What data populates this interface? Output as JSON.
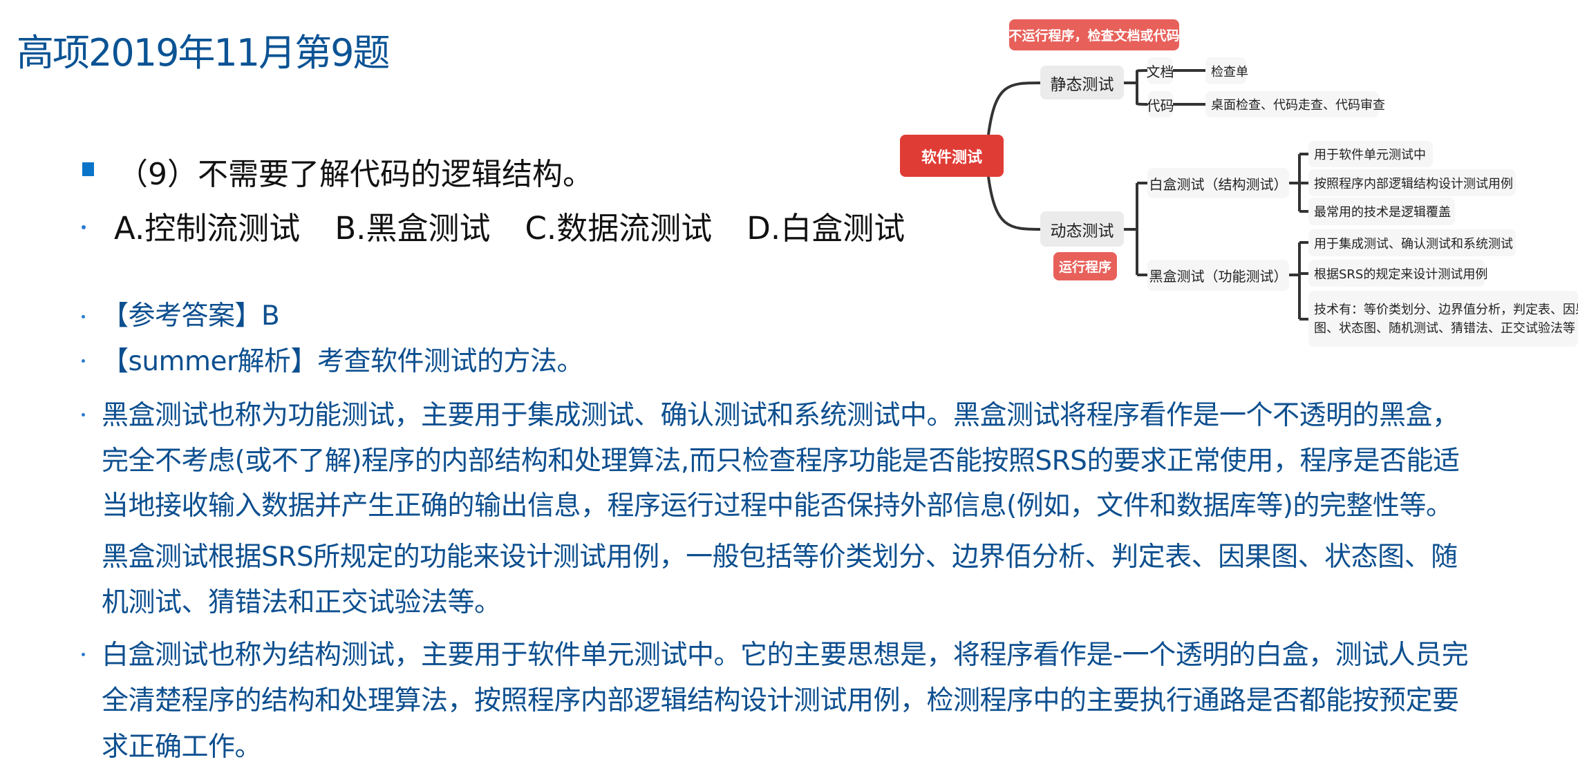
{
  "title": "高项2019年11月第9题",
  "question": "（9）不需要了解代码的逻辑结构。",
  "options": [
    "A.控制流测试",
    "B.黑盒测试",
    "C.数据流测试",
    "D.白盒测试"
  ],
  "answer": "【参考答案】B",
  "analysis_title": "【summer解析】考查软件测试的方法。",
  "paragraph1": [
    "黑盒测试也称为功能测试，主要用于集成测试、确认测试和系统测试中。黑盒测试将程序看作是一个不透明的黑盒，",
    "完全不考虑(或不了解)程序的内部结构和处理算法,而只检查程序功能是否能按照SRS的要求正常使用，程序是否能适",
    "当地接收输入数据并产生正确的输出信息，程序运行过程中能否保持外部信息(例如，文件和数据库等)的完整性等。",
    "黑盒测试根据SRS所规定的功能来设计测试用例，一般包括等价类划分、边界佰分析、判定表、因果图、状态图、随",
    "机测试、猜错法和正交试验法等。"
  ],
  "paragraph2": [
    "白盒测试也称为结构测试，主要用于软件单元测试中。它的主要思想是，将程序看作是-一个透明的白盒，测试人员完",
    "全清楚程序的结构和处理算法，按照程序内部逻辑结构设计测试用例，检测程序中的主要执行通路是否都能按预定要",
    "求正确工作。"
  ],
  "mindmap": {
    "root": "软件测试",
    "static_note": "不运行程序，检查文档或代码",
    "static": "静态测试",
    "doc": "文档",
    "doc_leaf": "检查单",
    "code": "代码",
    "code_leaf": "桌面检查、代码走查、代码审查",
    "dynamic": "动态测试",
    "dynamic_note": "运行程序",
    "white": "白盒测试（结构测试）",
    "white_leaves": [
      "用于软件单元测试中",
      "按照程序内部逻辑结构设计测试用例",
      "最常用的技术是逻辑覆盖"
    ],
    "black": "黑盒测试（功能测试）",
    "black_leaves": [
      "用于集成测试、确认测试和系统测试",
      "根据SRS的规定来设计测试用例",
      "技术有：等价类划分、边界值分析，判定表、因果",
      "图、状态图、随机测试、猜错法、正交试验法等"
    ]
  },
  "colors": {
    "title": "#0b5394",
    "body": "#0d4f8f",
    "root": "#e03c36",
    "note": "#e8605a"
  }
}
